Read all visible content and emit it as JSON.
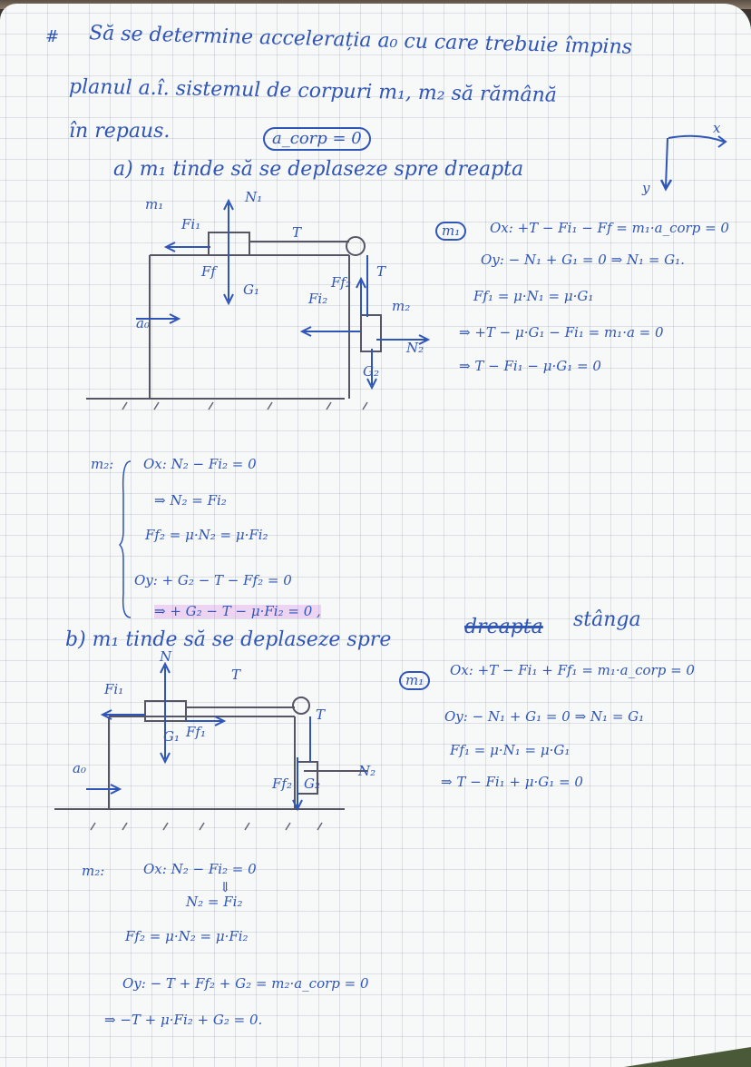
{
  "problem": {
    "marker": "#",
    "line1": "Să se determine accelerația a₀ cu care trebuie împins",
    "line2": "planul a.î. sistemul de corpuri m₁, m₂ să rămână",
    "line3": "în repaus.",
    "note": "a_corp = 0"
  },
  "axes": {
    "x_label": "x",
    "y_label": "y"
  },
  "part_a": {
    "heading": "a) m₁ tinde să se deplaseze spre dreapta",
    "diagram_labels": {
      "m1": "m₁",
      "N1": "N₁",
      "Fi1": "Fi₁",
      "Ff": "Ff",
      "G1": "G₁",
      "T_top": "T",
      "T_side": "T",
      "Fi2": "Fi₂",
      "Ff2": "Ff₂",
      "m2": "m₂",
      "N2": "N₂",
      "G2": "G₂",
      "a0": "a₀"
    },
    "m1_label": "m₁",
    "m1_eq": [
      "Ox: +T − Fi₁ − Ff = m₁·a_corp = 0",
      "Oy: − N₁ + G₁ = 0 ⇒ N₁ = G₁.",
      "Ff₁ = μ·N₁ = μ·G₁",
      "⇒ +T − μ·G₁ − Fi₁ = m₁·a = 0",
      "⇒ T − Fi₁ − μ·G₁ = 0"
    ],
    "m2_label": "m₂:",
    "m2_eq": [
      "Ox: N₂ − Fi₂ = 0",
      "⇒ N₂ = Fi₂",
      "Ff₂ = μ·N₂ = μ·Fi₂",
      "Oy: + G₂ − T − Ff₂ = 0",
      "⇒ + G₂ − T − μ·Fi₂ = 0 ,"
    ]
  },
  "part_b": {
    "heading_start": "b) m₁ tinde să se deplaseze spre",
    "heading_struck": "dreapta",
    "heading_end": "stânga",
    "diagram_labels": {
      "N": "N",
      "Fi1": "Fi₁",
      "G1": "G₁",
      "Ff1": "Ff₁",
      "T_top": "T",
      "T_side": "T",
      "Ff2": "Ff₂",
      "G2": "G₂",
      "N2": "N₂",
      "a0": "a₀"
    },
    "m1_label": "m₁",
    "m1_eq": [
      "Ox: +T − Fi₁ + Ff₁ = m₁·a_corp = 0",
      "Oy: − N₁ + G₁ = 0 ⇒ N₁ = G₁",
      "Ff₁ = μ·N₁ = μ·G₁",
      "⇒ T − Fi₁ + μ·G₁ = 0"
    ],
    "m2_label": "m₂:",
    "m2_eq": [
      "Ox: N₂ − Fi₂ = 0",
      "⇓",
      "N₂ = Fi₂",
      "Ff₂ = μ·N₂ = μ·Fi₂",
      "Oy: − T + Ff₂ + G₂ = m₂·a_corp = 0",
      "⇒ −T + μ·Fi₂ + G₂ = 0."
    ]
  }
}
